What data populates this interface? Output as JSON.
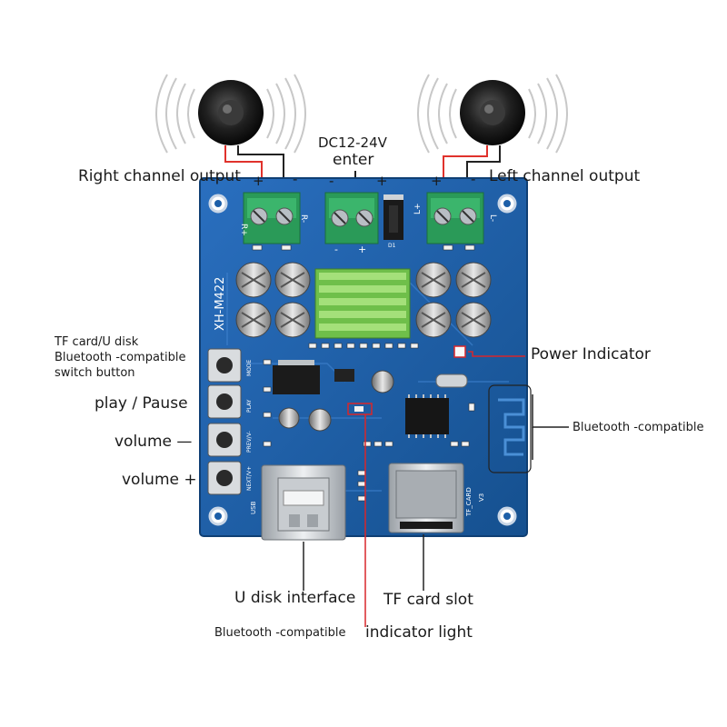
{
  "labels": {
    "dc_voltage": "DC12-24V",
    "dc_enter": "enter",
    "right_channel": "Right channel output",
    "left_channel": "Left channel output",
    "tf_usb_switch_line1": "TF card/U disk",
    "tf_usb_switch_line2": "Bluetooth -compatible",
    "tf_usb_switch_line3": "switch button",
    "play_pause": "play / Pause",
    "volume_down": "volume —",
    "volume_up": "volume +",
    "power_indicator": "Power Indicator",
    "bluetooth_antenna": "Bluetooth -compatible",
    "u_disk_interface": "U disk interface",
    "tf_card_slot": "TF card slot",
    "bt_indicator_prefix": "Bluetooth -compatible",
    "bt_indicator_suffix": "indicator light"
  },
  "terminals": {
    "plus": "+",
    "minus": "-",
    "r_plus": "R+",
    "r_minus": "R-",
    "l_plus": "L+",
    "l_minus": "L-"
  },
  "board": {
    "model": "XH-M422",
    "button_mode": "MODE",
    "button_play": "PLAY",
    "button_prev": "PREV/V-",
    "button_next": "NEXT/V+",
    "usb_label": "USB",
    "tf_label": "TF_CARD",
    "version": "V3",
    "diode": "D1"
  },
  "colors": {
    "pcb": "#1d5fa8",
    "terminal_green": "#2a9a58",
    "heatsink": "#8fd46a",
    "leader_red": "#d8262b",
    "wire_red": "#e0322c"
  }
}
